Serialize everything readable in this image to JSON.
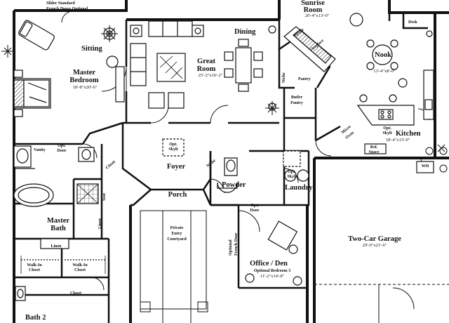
{
  "plan": {
    "labels": {
      "slider_note_1": "Slider Standard",
      "slider_note_2": "French Doors Optional",
      "sunrise_room": "Sunrise",
      "sunrise_room_2": "Room",
      "sunrise_dim": "20'-4\"x13'-0\"",
      "desk": "Desk",
      "sitting": "Sitting",
      "dining": "Dining",
      "media": "Media",
      "fireplace": "Fireplace",
      "nook": "Nook",
      "nook_dim": "13'-4\"x8'-0\"",
      "great_room": "Great",
      "great_room_2": "Room",
      "great_room_dim": "25'-2\"x16'-2\"",
      "master_bedroom": "Master",
      "master_bedroom_2": "Bedroom",
      "master_bedroom_dim": "18'-8\"x20'-6\"",
      "niche": "Niche",
      "pantry": "Pantry",
      "butler_pantry": "Butler",
      "butler_pantry_2": "Pantry",
      "opt_skylt_kitchen": "Opt.",
      "opt_skylt_kitchen_2": "Skylt",
      "kitchen": "Kitchen",
      "kitchen_dim": "18'-4\"x13'-0\"",
      "micro_oven": "Micro",
      "micro_oven_2": "Oven",
      "vanity": "Vanity",
      "opt_door": "Opt.",
      "opt_door_2": "Door",
      "opt_skylt_foyer": "Opt.",
      "opt_skylt_foyer_2": "Skylt",
      "closet_coats": "Closet",
      "niche_foyer": "Niche",
      "foyer": "Foyer",
      "refrig_space": "Ref.",
      "refrig_space_2": "Space",
      "wh": "WH",
      "opt_skylt_laundry": "Opt.",
      "opt_skylt_laundry_2": "Skylt",
      "laundry": "Laundry",
      "powder": "Powder",
      "seat": "Seat",
      "porch": "Porch",
      "opt_door_office": "Opt.",
      "opt_door_office_2": "Door",
      "linen": "Linen",
      "private_entry": "Private",
      "private_entry_2": "Entry",
      "private_entry_3": "Courtyard",
      "optional_french_door": "Optional",
      "optional_french_door_2": "French Door",
      "master_bath": "Master",
      "master_bath_2": "Bath",
      "two_car_garage": "Two-Car Garage",
      "garage_dim": "29'-0\"x21'-6\"",
      "linen_bath": "Linen",
      "walk_in_left": "Walk-In",
      "walk_in_left_2": "Closet",
      "walk_in_right": "Walk-In",
      "walk_in_right_2": "Closet",
      "office_den": "Office / Den",
      "office_sub": "Optional Bedroom 3",
      "office_dim": "11'-2\"x14'-8\"",
      "closet_bottom": "Closet",
      "bath_2": "Bath 2"
    },
    "colors": {
      "wall": "#111111",
      "paper": "#ffffff"
    }
  }
}
